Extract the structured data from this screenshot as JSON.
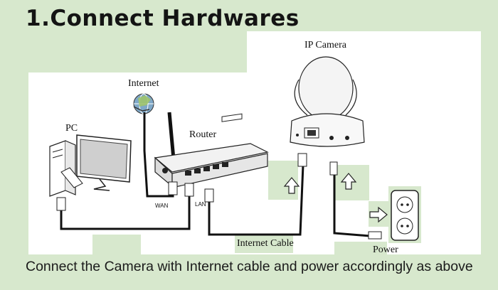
{
  "title": "1.Connect Hardwares",
  "caption": "Connect the Camera with Internet cable and power accordingly as above",
  "labels": {
    "internet": "Internet",
    "pc": "PC",
    "router": "Router",
    "ip_camera": "IP Camera",
    "internet_cable": "Internet Cable",
    "power": "Power",
    "wan": "WAN",
    "lan": "LAN"
  },
  "colors": {
    "background": "#d7e8cd",
    "panel": "#ffffff",
    "highlight": "#d7e8cd",
    "ink": "#141414"
  },
  "icons": [
    "globe-icon",
    "computer-icon",
    "router-icon",
    "ip-camera-icon",
    "power-socket-icon",
    "up-arrow-icon",
    "right-arrow-icon"
  ]
}
